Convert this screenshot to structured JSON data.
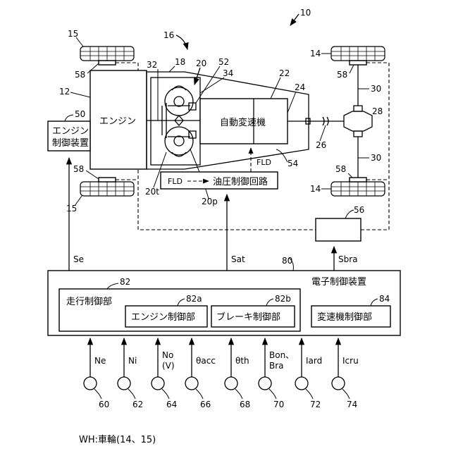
{
  "refs": {
    "vehicle": "10",
    "power_transmission": "16",
    "engine_num": "12",
    "case": "18",
    "torque_converter": "20",
    "tc_turbine": "20t",
    "tc_pump": "20p",
    "transmission_num": "22",
    "output_shaft": "24",
    "propeller_shaft": "26",
    "differential": "28",
    "axle_top": "30",
    "axle_bottom": "30",
    "input_shaft": "32",
    "lockup_clutch": "34",
    "engine_ctrl_num": "50",
    "oil_pump": "52",
    "hydraulic_num": "54",
    "brake_actuator": "56",
    "wheel_front_top": "15",
    "wheel_front_bottom": "15",
    "wheel_rear_top": "14",
    "wheel_rear_bottom": "14",
    "brake_front_top": "58",
    "brake_front_bottom": "58",
    "brake_rear_top": "58",
    "brake_rear_bottom": "58",
    "ecu": "80",
    "travel_ctrl": "82",
    "engine_ctrl_part": "82a",
    "brake_ctrl_part": "82b",
    "shift_ctrl": "84"
  },
  "labels": {
    "engine": "エンジン",
    "engine_ctrl_line1": "エンジン",
    "engine_ctrl_line2": "制御装置",
    "transmission": "自動変速機",
    "hydraulic": "油圧制御回路",
    "fld_a": "FLD",
    "fld_b": "FLD",
    "ecu": "電子制御装置",
    "travel_ctrl": "走行制御部",
    "engine_ctrl_part": "エンジン制御部",
    "brake_ctrl_part": "ブレーキ制御部",
    "shift_ctrl": "変速機制御部"
  },
  "signals": {
    "se": "Se",
    "sat": "Sat",
    "sbra": "Sbra"
  },
  "sensors": [
    {
      "signal": "Ne",
      "ref": "60"
    },
    {
      "signal": "Ni",
      "ref": "62"
    },
    {
      "signal": "No",
      "signal2": "(V)",
      "ref": "64"
    },
    {
      "signal": "θacc",
      "ref": "66"
    },
    {
      "signal": "θth",
      "ref": "68"
    },
    {
      "signal": "Bon、",
      "signal2": "Bra",
      "ref": "70"
    },
    {
      "signal": "Iard",
      "ref": "72"
    },
    {
      "signal": "Icru",
      "ref": "74"
    }
  ],
  "footnote": "WH:車輪(14、15)"
}
